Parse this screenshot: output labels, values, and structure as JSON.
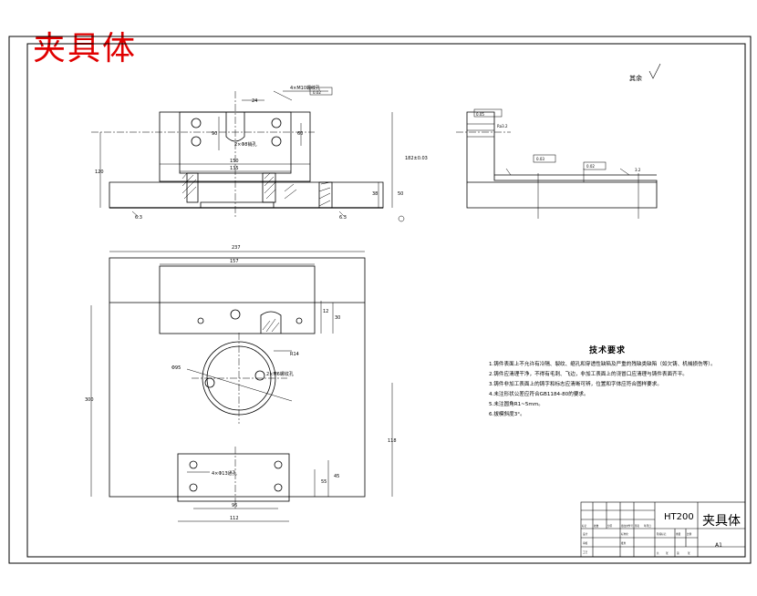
{
  "title": {
    "big_label": "夹具体"
  },
  "roughness": {
    "label": "其余"
  },
  "technical_requirements": {
    "title": "技术要求",
    "items": [
      "1.铸件表面上不允许有冷隔、裂纹、缩孔和穿透性缺陷及严重的残缺类缺陷（如欠铸、机械损伤等）。",
      "2.铸件应清理干净，不得有毛刺、飞边，非加工表面上的浇冒口应清理与铸件表面齐平。",
      "3.铸件非加工表面上的铸字和标志应清晰可辨，位置和字体应符合图样要求。",
      "4.未注形状公差应符合GB1184-80的要求。",
      "5.未注圆角R1~5mm。",
      "6.拔模斜度3°。"
    ]
  },
  "dimensions": {
    "top_tol1": "4×M10螺纹孔",
    "top_tol2": "0.02",
    "center_text": "2×Φ8销孔",
    "dim_150": "150",
    "dim_135": "135",
    "dim_120": "120",
    "dim_90": "90",
    "dim_60": "60",
    "dim_38": "38",
    "dim_50": "50",
    "dim_24": "24",
    "dim_height": "182±0.03",
    "dim_63a": "6.3",
    "dim_63b": "6.3",
    "plan_width": "237",
    "plan_inner": "157",
    "plan_height": "300",
    "plan_right": "118",
    "circle_d": "Φ95",
    "circle_r": "R14",
    "circle_label": "2×M6螺纹孔",
    "plate_label": "4×Φ13通孔",
    "plate_55": "55",
    "plate_45": "45",
    "plate_96": "96",
    "plate_112": "112",
    "dim_12": "12",
    "dim_30": "30"
  },
  "side_view": {
    "tol_a": "0.05",
    "tol_b": "0.03",
    "tol_c": "0.02",
    "dim_a": "Ra3.2",
    "dim_b": "3.2"
  },
  "title_block": {
    "material": "HT200",
    "name": "夹具体",
    "scale": "A1",
    "headers": [
      "标记",
      "处数",
      "分区",
      "更改文件号",
      "签名",
      "年月日"
    ],
    "roles": [
      "设计",
      "审核",
      "工艺",
      "标准化",
      "批准"
    ],
    "stage_headers": [
      "阶段标记",
      "重量",
      "比例"
    ],
    "sheet": [
      "共",
      "张",
      "第",
      "张"
    ]
  }
}
